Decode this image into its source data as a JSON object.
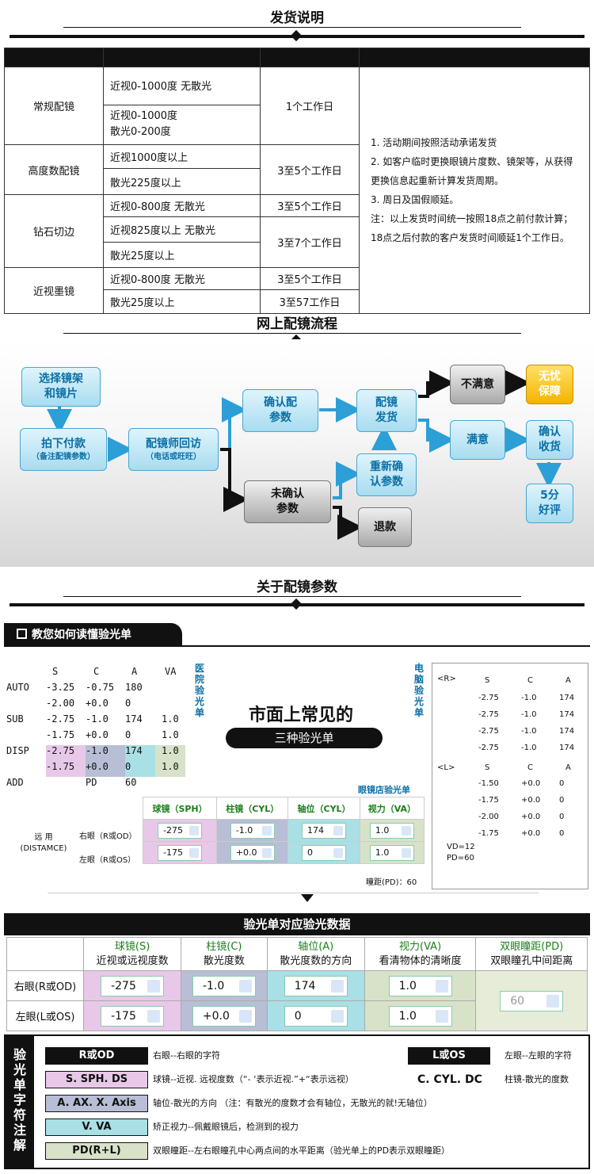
{
  "shipping": {
    "title": "发货说明",
    "rows": [
      {
        "type": "常规配镜",
        "items": [
          "近视0-1000度  无散光",
          "近视0-1000度\n散光0-200度"
        ],
        "time": "1个工作日"
      },
      {
        "type": "高度数配镜",
        "items": [
          "近视1000度以上",
          "散光225度以上"
        ],
        "time": "3至5个工作日"
      },
      {
        "type": "钻石切边",
        "items": [
          "近视0-800度  无散光",
          "近视825度以上  无散光",
          "散光25度以上"
        ],
        "times": [
          "3至5个工作日",
          "3至7个工作日"
        ]
      },
      {
        "type": "近视墨镜",
        "items": [
          "近视0-800度  无散光",
          "散光25度以上"
        ],
        "times": [
          "3至5个工作日",
          "3至57工作日"
        ]
      }
    ],
    "notes": [
      "1. 活动期间按照活动承诺发货",
      "2. 如客户临时更换眼镜片度数、镜架等，从获得更换信息起重新计算发货周期。",
      "3. 周日及国假顺延。",
      "注：以上发货时间统一按照18点之前付款计算；18点之后付款的客户发货时间顺延1个工作日。"
    ]
  },
  "process": {
    "title": "网上配镜流程",
    "select": "选择镜架\n和镜片",
    "pay": "拍下付款",
    "pay_note": "（备注配镜参数）",
    "visit": "配镜师回访",
    "visit_note": "（电话或旺旺）",
    "confirm": "确认配\n参数",
    "unconfirm": "未确认\n参数",
    "ship": "配镜\n发货",
    "reconfirm": "重新确\n认参数",
    "refund": "退款",
    "unsatisfied": "不满意",
    "worry_free": "无忧\n保障",
    "satisfied": "满意",
    "receive": "确认\n收货",
    "five": "5分\n好评"
  },
  "params": {
    "title": "关于配镜参数",
    "tab": "教您如何读懂验光单",
    "common": "市面上常见的",
    "three": "三种验光单",
    "hospital": "医院验光单",
    "computer": "电脑验光单",
    "shop": "眼镜店验光单",
    "h_headers": [
      "S",
      "C",
      "A",
      "VA"
    ],
    "h_rows": [
      [
        "AUTO",
        "-3.25",
        "-0.75",
        "180",
        ""
      ],
      [
        "",
        "-2.00",
        "+0.0",
        "0",
        ""
      ],
      [
        "SUB",
        "-2.75",
        "-1.0",
        "174",
        "1.0"
      ],
      [
        "",
        "-1.75",
        "+0.0",
        "0",
        "1.0"
      ],
      [
        "DISP",
        "-2.75",
        "-1.0",
        "174",
        "1.0"
      ],
      [
        "",
        "-1.75",
        "+0.0",
        "0",
        "1.0"
      ],
      [
        "ADD",
        "",
        "PD",
        "60",
        ""
      ]
    ],
    "c_r": "<R>",
    "c_l": "<L>",
    "c_headers": [
      "S",
      "C",
      "A"
    ],
    "c_rrows": [
      [
        "-2.75",
        "-1.0",
        "174"
      ],
      [
        "-2.75",
        "-1.0",
        "174"
      ],
      [
        "-2.75",
        "-1.0",
        "174"
      ],
      [
        "-2.75",
        "-1.0",
        "174"
      ]
    ],
    "c_lrows": [
      [
        "-1.50",
        "+0.0",
        "0"
      ],
      [
        "-1.75",
        "+0.0",
        "0"
      ],
      [
        "-2.00",
        "+0.0",
        "0"
      ],
      [
        "-1.75",
        "+0.0",
        "0"
      ]
    ],
    "vd": "VD=12",
    "pd": "PD=60",
    "s_headers": [
      "球镜（SPH）",
      "柱镜（CYL）",
      "轴位（CYL）",
      "视力（VA）"
    ],
    "far": "远  用\n(DISTAMCE)",
    "right": "右眼（R或OD）",
    "left": "左眼（R或OS）",
    "s_r": [
      "-275",
      "-1.0",
      "174",
      "1.0"
    ],
    "s_l": [
      "-175",
      "+0.0",
      "0",
      "1.0"
    ],
    "s_pd": "瞳距(PD)：60"
  },
  "data": {
    "title": "验光单对应验光数据",
    "cols": [
      {
        "h": "球镜(S)",
        "d": "近视或远视度数"
      },
      {
        "h": "柱镜(C)",
        "d": "散光度数"
      },
      {
        "h": "轴位(A)",
        "d": "散光度数的方向"
      },
      {
        "h": "视力(VA)",
        "d": "看清物体的清晰度"
      },
      {
        "h": "双眼瞳距(PD)",
        "d": "双眼瞳孔中间距离"
      }
    ],
    "r_label": "右眼(R或OD)",
    "l_label": "左眼(L或OS)",
    "r": [
      "-275",
      "-1.0",
      "174",
      "1.0"
    ],
    "l": [
      "-175",
      "+0.0",
      "0",
      "1.0"
    ],
    "pd": "60"
  },
  "legend": {
    "side": "验光单字符注解",
    "items": [
      {
        "k": "R或OD",
        "v": "右眼--右眼的字符"
      },
      {
        "k": "L或OS",
        "v": "左眼--左眼的字符"
      },
      {
        "k": "S. SPH. DS",
        "v": "球镜--近视. 远视度数（“- ‘表示近视.”+“表示远视）"
      },
      {
        "k": "C. CYL. DC",
        "v": "柱镜-散光的度数"
      },
      {
        "k": "A. AX. X. Axis",
        "v": "轴位-散光的方向 （注：有散光的度数才会有轴位，无散光的就!无轴位）"
      },
      {
        "k": "V. VA",
        "v": "矫正视力--佩戴眼镜后，检测到的视力"
      },
      {
        "k": "PD(R+L)",
        "v": "双眼瞳距--左右眼瞳孔中心两点间的水平距离（验光单上的PD表示双眼瞳距）"
      }
    ]
  }
}
